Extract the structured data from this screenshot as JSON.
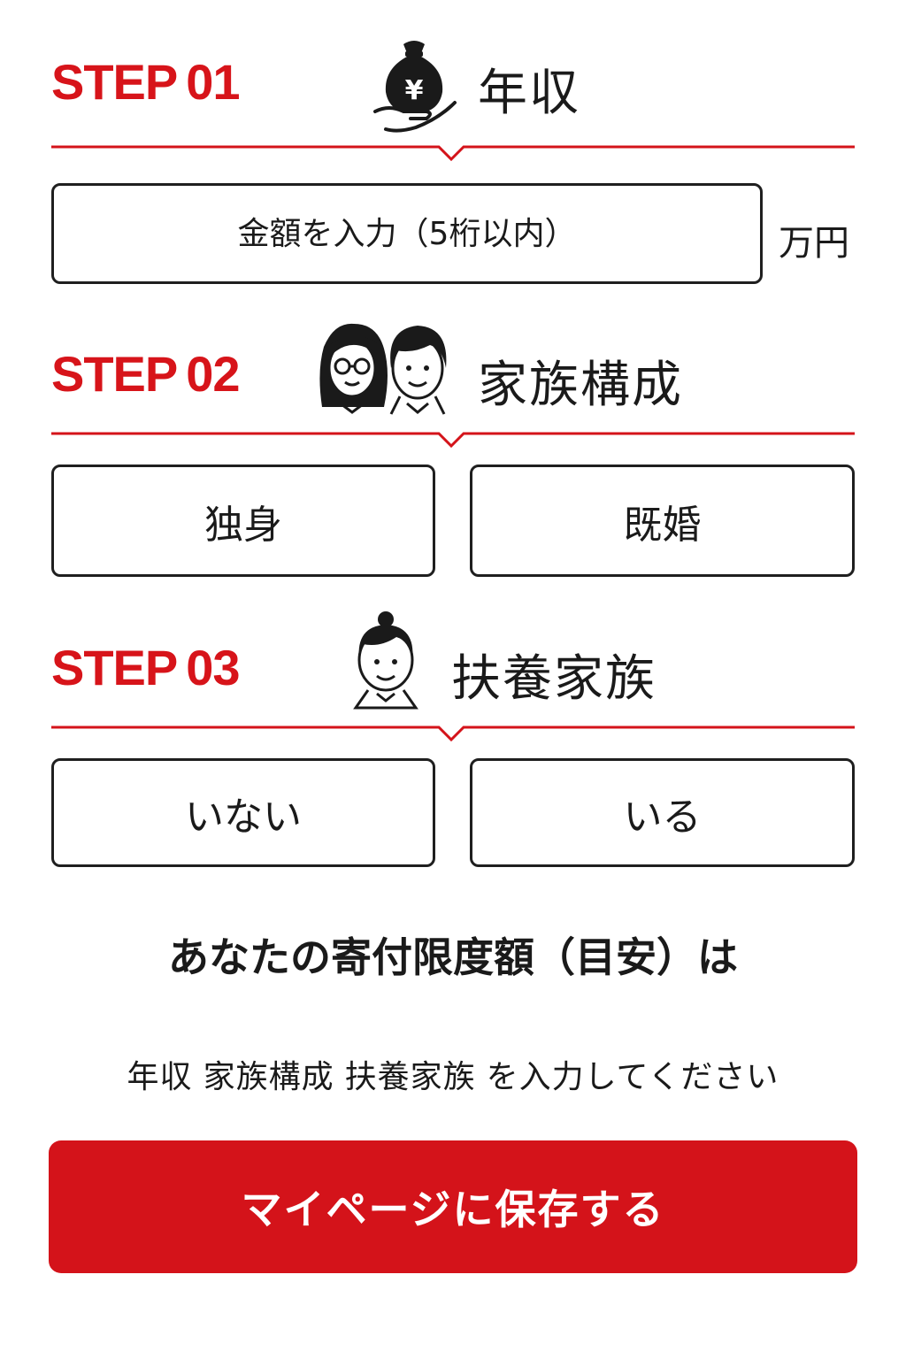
{
  "accent_color": "#d4131a",
  "steps": [
    {
      "label": "STEP",
      "number": "01",
      "title": "年収",
      "icon": "money-bag-hand-icon"
    },
    {
      "label": "STEP",
      "number": "02",
      "title": "家族構成",
      "icon": "couple-icon"
    },
    {
      "label": "STEP",
      "number": "03",
      "title": "扶養家族",
      "icon": "person-icon"
    }
  ],
  "income": {
    "placeholder": "金額を入力（5桁以内）",
    "value": "",
    "unit": "万円"
  },
  "family": {
    "options": [
      "独身",
      "既婚"
    ]
  },
  "dependents": {
    "options": [
      "いない",
      "いる"
    ]
  },
  "result": {
    "heading": "あなたの寄付限度額（目安）は",
    "missing_items": [
      "年収",
      "家族構成",
      "扶養家族"
    ],
    "message_suffix": "を入力してください"
  },
  "save_button": {
    "label": "マイページに保存する"
  }
}
